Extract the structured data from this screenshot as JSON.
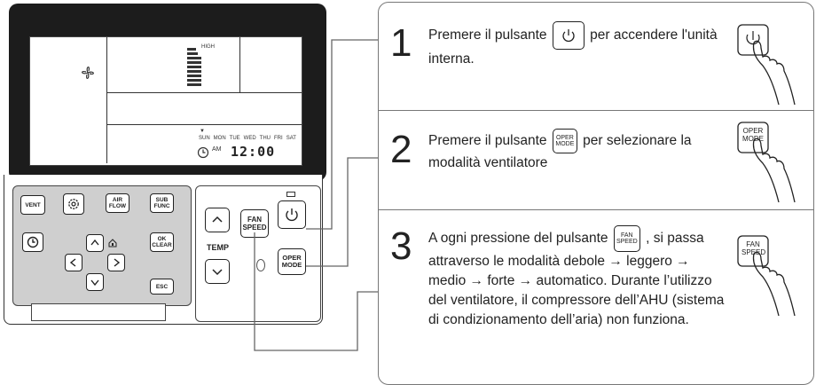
{
  "remote": {
    "lcd": {
      "fan_icon": "fan-icon",
      "high_label": "HIGH",
      "days": [
        "SUN",
        "MON",
        "TUE",
        "WED",
        "THU",
        "FRI",
        "SAT"
      ],
      "am_label": "AM",
      "time": "12:00"
    },
    "buttons": {
      "vent": "VENT",
      "air_flow": "AIR\nFLOW",
      "sub_func": "SUB\nFUNC",
      "ok_clear": "OK\nCLEAR",
      "esc": "ESC",
      "fan_speed": "FAN\nSPEED",
      "temp": "TEMP",
      "oper_mode": "OPER\nMODE"
    }
  },
  "steps": [
    {
      "number": "1",
      "text_before": "Premere il pulsante",
      "text_after": "per accendere l'unità interna."
    },
    {
      "number": "2",
      "text_before": "Premere il pulsante",
      "button_label": "OPER\nMODE",
      "text_after": "per selezionare la modalità ventilatore"
    },
    {
      "number": "3",
      "text_before": "A ogni pressione del pulsante",
      "button_label": "FAN\nSPEED",
      "text_after": ", si passa attraverso le modalità debole → leggero → medio → forte → automatico. Durante l’utilizzo del ventilatore, il compressore dell’AHU (sistema di condizionamento dell’aria) non funziona."
    }
  ],
  "hands": [
    {
      "label": ""
    },
    {
      "label": "OPER\nMODE"
    },
    {
      "label": "FAN\nSPEED"
    }
  ]
}
